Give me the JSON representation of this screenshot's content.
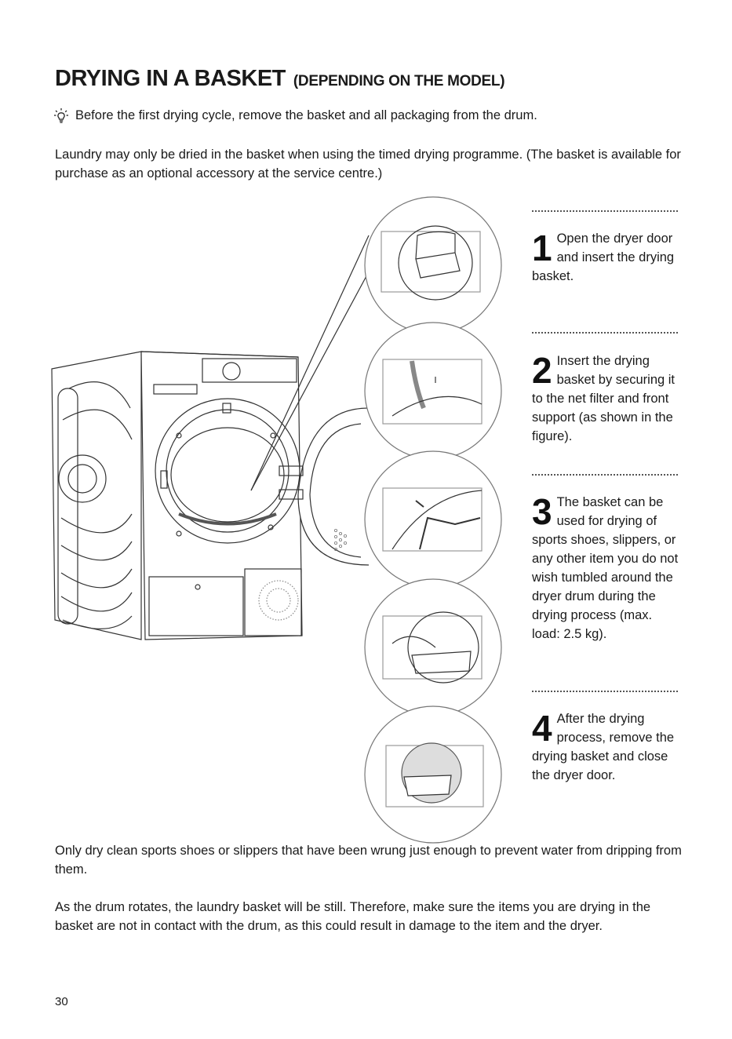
{
  "title": {
    "main": "DRYING IN A BASKET",
    "sub": "(DEPENDING ON THE MODEL)"
  },
  "tip": {
    "icon": "lightbulb-icon",
    "text": "Before the first drying cycle, remove the basket and all packaging from the drum."
  },
  "intro": "Laundry may only be dried in the basket when using the timed drying programme. (The basket is available for purchase as an optional accessory at the service centre.)",
  "steps": [
    {
      "number": "1",
      "text": "Open the dryer door and insert the drying basket."
    },
    {
      "number": "2",
      "text": "Insert the drying basket by securing it to the net filter and front support (as shown in the figure)."
    },
    {
      "number": "3",
      "text": "The basket can be used for drying of sports shoes, slippers, or any other item you do not wish tumbled around the dryer drum during the drying process (max. load: 2.5 kg)."
    },
    {
      "number": "4",
      "text": "After the drying process, remove the drying basket and close the dryer door."
    }
  ],
  "notes": [
    "Only dry clean sports shoes or slippers that have been wrung just enough to prevent water from dripping from them.",
    "As the drum rotates, the laundry basket will be still. Therefore, make sure the items you are drying in the basket are not in contact with the drum, as this could result in damage to the item and the dryer."
  ],
  "page_number": "30"
}
